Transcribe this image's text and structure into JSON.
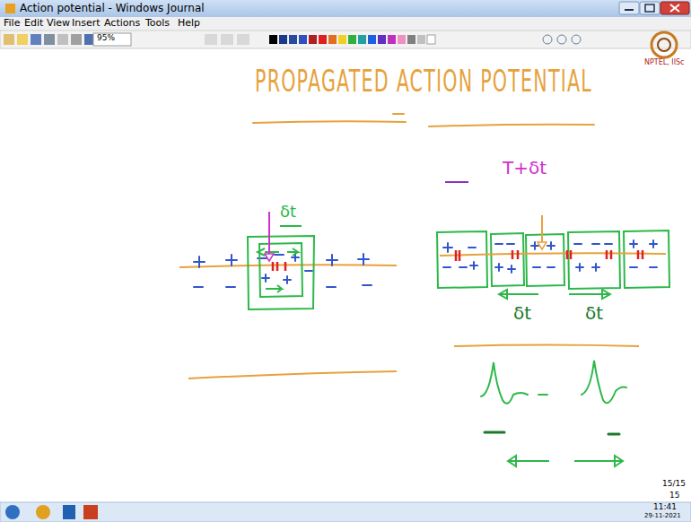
{
  "diagram": {
    "title": "PROPAGATED ACTION POTENTIAL",
    "labels": [
      "Action potential - Windows Journal",
      "File",
      "Edit",
      "View",
      "Insert",
      "Actions",
      "Tools",
      "Help",
      "95%",
      "NPTEL, IISc",
      "δt",
      "T+δt",
      "δt",
      "δt",
      "15/15",
      "15",
      "11:41",
      "29-11-2021"
    ]
  }
}
